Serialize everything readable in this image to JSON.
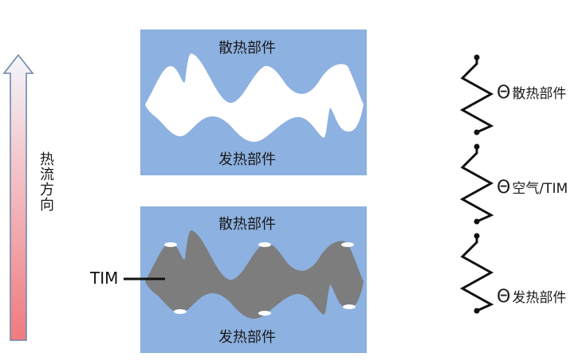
{
  "flow_label": "热流方向",
  "top_panel": {
    "top_label": "散热部件",
    "bottom_label": "发热部件"
  },
  "bottom_panel": {
    "top_label": "散热部件",
    "bottom_label": "发热部件",
    "tim_label": "TIM"
  },
  "resistances": [
    {
      "symbol": "Θ",
      "label": "散热部件"
    },
    {
      "symbol": "Θ",
      "label": "空气/TIM"
    },
    {
      "symbol": "Θ",
      "label": "发热部件"
    }
  ],
  "colors": {
    "panel": "#8db1e0",
    "gap_fill_top": "#ffffff",
    "tim_fill": "#7d7d7d",
    "arrow_top": "#e8f0fb",
    "arrow_bottom": "#f07a7f"
  }
}
